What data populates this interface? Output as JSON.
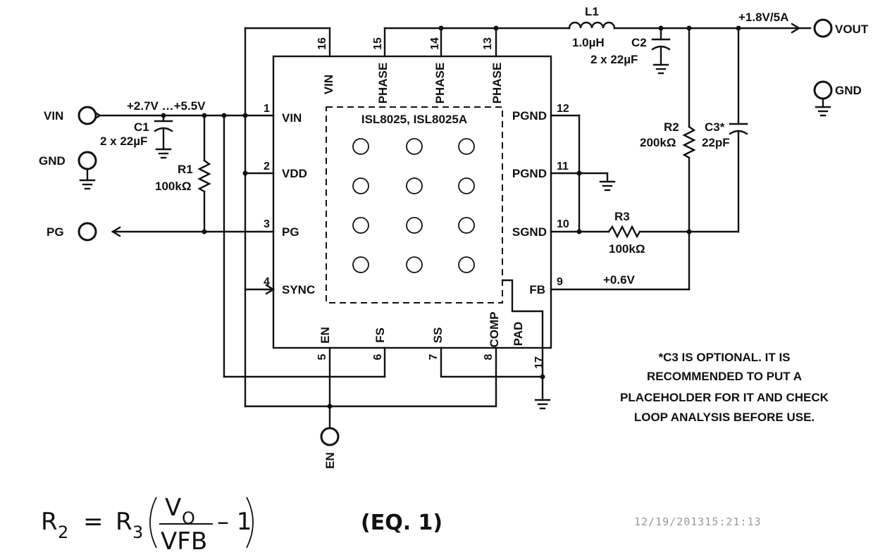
{
  "ic": {
    "name": "ISL8025, ISL8025A",
    "pins": {
      "p1": {
        "num": "1",
        "label": "VIN"
      },
      "p2": {
        "num": "2",
        "label": "VDD"
      },
      "p3": {
        "num": "3",
        "label": "PG"
      },
      "p4": {
        "num": "4",
        "label": "SYNC"
      },
      "p5": {
        "num": "5",
        "label": "EN"
      },
      "p6": {
        "num": "6",
        "label": "FS"
      },
      "p7": {
        "num": "7",
        "label": "SS"
      },
      "p8": {
        "num": "8",
        "label": "COMP"
      },
      "p9": {
        "num": "9",
        "label": "FB"
      },
      "p10": {
        "num": "10",
        "label": "SGND"
      },
      "p11": {
        "num": "11",
        "label": "PGND"
      },
      "p12": {
        "num": "12",
        "label": "PGND"
      },
      "p13": {
        "num": "13",
        "label": "PHASE"
      },
      "p14": {
        "num": "14",
        "label": "PHASE"
      },
      "p15": {
        "num": "15",
        "label": "PHASE"
      },
      "p16": {
        "num": "16",
        "label": "VIN"
      },
      "p17": {
        "num": "17",
        "label": "PAD"
      }
    }
  },
  "components": {
    "c1": {
      "ref": "C1",
      "value": "2 x 22µF"
    },
    "r1": {
      "ref": "R1",
      "value": "100kΩ"
    },
    "l1": {
      "ref": "L1",
      "value": "1.0µH"
    },
    "c2": {
      "ref": "C2",
      "value": "2 x 22µF"
    },
    "r2": {
      "ref": "R2",
      "value": "200kΩ"
    },
    "c3": {
      "ref": "C3*",
      "value": "22pF"
    },
    "r3": {
      "ref": "R3",
      "value": "100kΩ"
    }
  },
  "nets": {
    "vin_range": "+2.7V …+5.5V",
    "vout_spec": "+1.8V/5A",
    "fb_voltage": "+0.6V"
  },
  "connectors": {
    "vin": "VIN",
    "gnd_left": "GND",
    "pg": "PG",
    "en": "EN",
    "vout": "VOUT",
    "gnd_right": "GND"
  },
  "note": {
    "line1": "*C3 IS OPTIONAL. IT IS",
    "line2": "RECOMMENDED TO PUT A",
    "line3": "PLACEHOLDER FOR IT AND CHECK",
    "line4": "LOOP ANALYSIS BEFORE USE."
  },
  "equation": {
    "lhs": "R",
    "lhs_sub": "2",
    "equals": "=",
    "r": "R",
    "r_sub": "3",
    "numerator": "V",
    "numerator_sub": "O",
    "denominator": "VFB",
    "minus_one": "– 1",
    "label": "(EQ. 1)"
  },
  "timestamp": "12/19/201315:21:13"
}
